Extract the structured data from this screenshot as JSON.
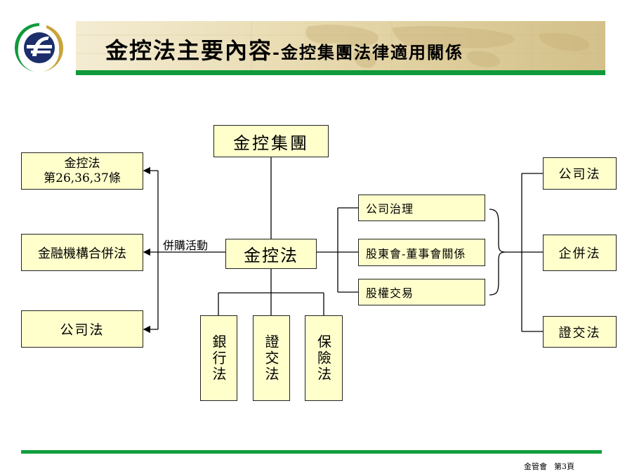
{
  "header": {
    "title_main": "金控法主要內容",
    "title_sub": "-金控集團法律適用關係"
  },
  "diagram": {
    "top_node": "金控集團",
    "center_node": "金控法",
    "merger_label": "併購活動",
    "left_nodes": {
      "fhc_act_line1": "金控法",
      "fhc_act_line2": "第26,36,37條",
      "fi_merger_act": "金融機構合併法",
      "company_act": "公司法"
    },
    "bottom_nodes": {
      "banking_act": "銀行法",
      "securities_act": "證交法",
      "insurance_act": "保險法"
    },
    "middle_nodes": {
      "corp_governance": "公司治理",
      "shareholder_board": "股東會-董事會關係",
      "equity_trading": "股權交易"
    },
    "right_nodes": {
      "company_act": "公司法",
      "enterprise_merger_act": "企併法",
      "securities_exchange_act": "證交法"
    }
  },
  "footer": {
    "org": "金管會",
    "page": "第3頁"
  },
  "colors": {
    "accent_green": "#0e9a3a",
    "box_fill": "#ffffcc",
    "logo_navy": "#1c2f6b",
    "logo_gold": "#c8a43a"
  }
}
